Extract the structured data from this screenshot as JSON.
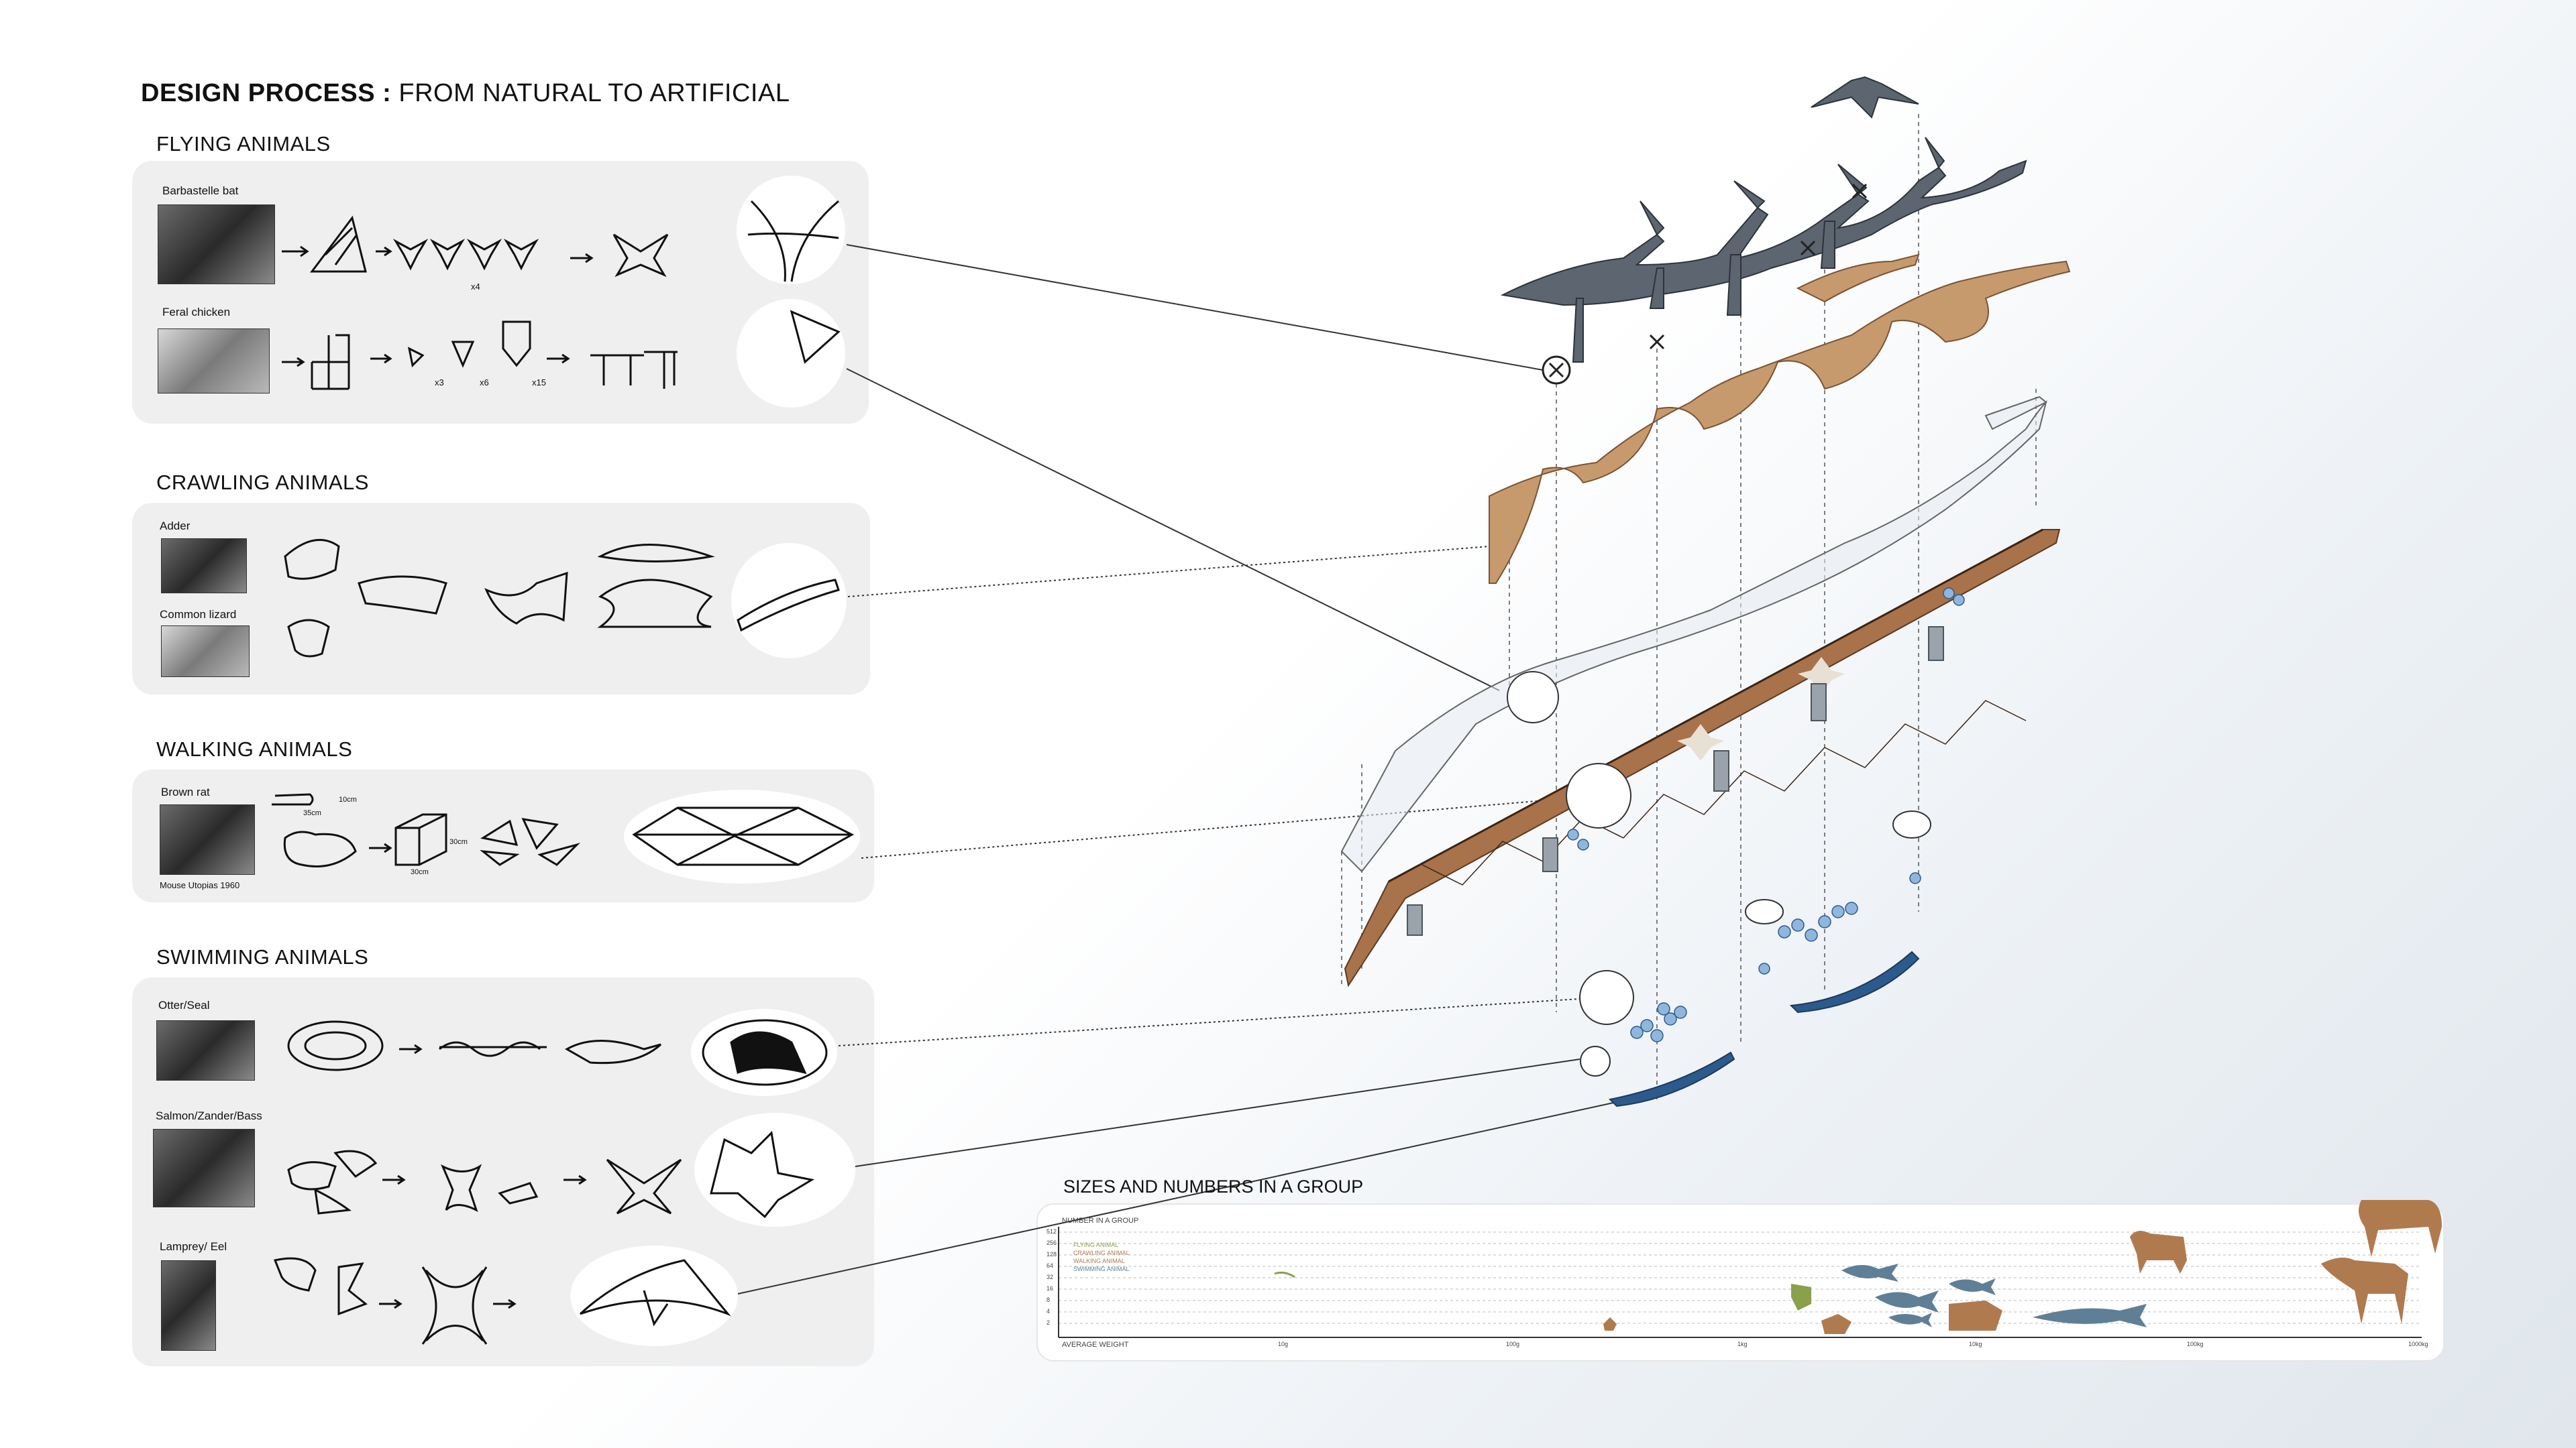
{
  "title": {
    "bold": "DESIGN PROCESS :",
    "rest": " FROM NATURAL TO ARTIFICIAL"
  },
  "sections": {
    "flying": {
      "heading": "FLYING ANIMALS",
      "animals": [
        "Barbastelle bat",
        "Feral chicken"
      ],
      "notes": {
        "bat_count": "x4",
        "chicken_counts": [
          "x3",
          "x6",
          "x15"
        ]
      }
    },
    "crawling": {
      "heading": "CRAWLING ANIMALS",
      "animals": [
        "Adder",
        "Common lizard"
      ]
    },
    "walking": {
      "heading": "WALKING ANIMALS",
      "animals": [
        "Brown rat"
      ],
      "caption": "Mouse Utopias 1960",
      "dims": [
        "10cm",
        "35cm",
        "30cm",
        "30cm"
      ]
    },
    "swimming": {
      "heading": "SWIMMING ANIMALS",
      "animals": [
        "Otter/Seal",
        "Salmon/Zander/Bass",
        "Lamprey/ Eel"
      ]
    }
  },
  "sizes_chart": {
    "title": "SIZES AND NUMBERS IN A GROUP",
    "y_axis_label": "NUMBER IN A GROUP",
    "x_axis_label": "AVERAGE WEIGHT",
    "y_ticks": [
      "512",
      "256",
      "128",
      "64",
      "32",
      "16",
      "8",
      "4",
      "2"
    ],
    "legend": [
      "FLYING ANIMAL",
      "CRAWLING ANIMAL",
      "WALKING ANIMAL",
      "SWIMMING ANIMAL"
    ],
    "x_ticks": [
      "10g",
      "100g",
      "1kg",
      "10kg",
      "100kg",
      "1000kg"
    ],
    "colors": {
      "walking": "#b07a4f",
      "swimming": "#5f7f96",
      "crawling": "#8aa04a",
      "flying": "#b07a4f"
    }
  },
  "colors": {
    "timber": "#c79a6e",
    "timber_dark": "#a8724a",
    "steel": "#5c6570",
    "water_blue": "#3a6ea5"
  }
}
